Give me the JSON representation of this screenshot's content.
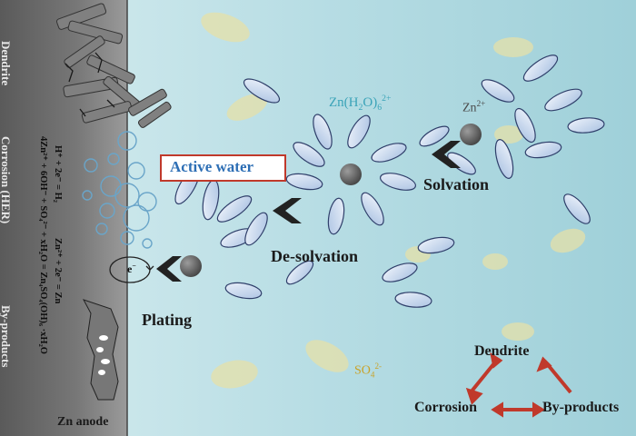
{
  "side_labels": {
    "dendrite": "Dendrite",
    "corrosion": "Corrosion (HER)",
    "byproducts": "By-products"
  },
  "anode_label": "Zn anode",
  "equations": {
    "her": "H⁺ + 2e⁻ = H₂",
    "plating": "Zn²⁺ + 2e⁻ = Zn",
    "byproduct": "4Zn²⁺ + 6OH⁻ + SO₄²⁻ + xH₂O = Zn₄SO₄(OH)₆ ·xH₂O"
  },
  "active_water_label": "Active water",
  "process_labels": {
    "plating": "Plating",
    "desolvation": "De-solvation",
    "solvation": "Solvation"
  },
  "species": {
    "zn_ion_base": "Zn",
    "zn_ion_charge": "2+",
    "solvated_base": "Zn(H",
    "solvated_h": "2",
    "solvated_mid": "O)",
    "solvated_sub": "6",
    "solvated_charge": "2+",
    "sulfate_base": "SO",
    "sulfate_sub": "4",
    "sulfate_charge": "2-",
    "electron": "e",
    "electron_charge": "−"
  },
  "triangle_labels": {
    "top": "Dendrite",
    "left": "Corrosion",
    "right": "By-products"
  },
  "colors": {
    "electrolyte_light": "#d4eaee",
    "electrolyte_dark": "#9ccfd9",
    "anode_light": "#8a8a8a",
    "anode_dark": "#555555",
    "water": "#c9dcf0",
    "water_edge": "#2f3f6a",
    "zn_ion": "#6e6e6e",
    "sulfate": "#e0c75a",
    "active_water_border": "#c0392b",
    "active_water_text": "#2e6fb5",
    "solvated_text": "#3aa3b8",
    "arrow_red": "#c0392b"
  }
}
